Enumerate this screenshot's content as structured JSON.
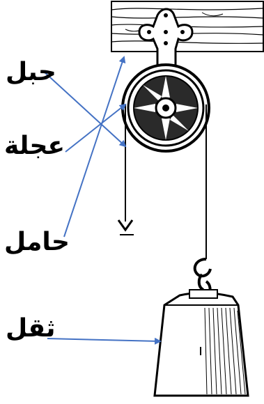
{
  "labels": {
    "rope": "حبل",
    "wheel": "عجلة",
    "holder": "حامل",
    "weight": "ثقل"
  },
  "colors": {
    "arrow": "#4472C4",
    "ink": "#000000",
    "background": "#ffffff"
  }
}
